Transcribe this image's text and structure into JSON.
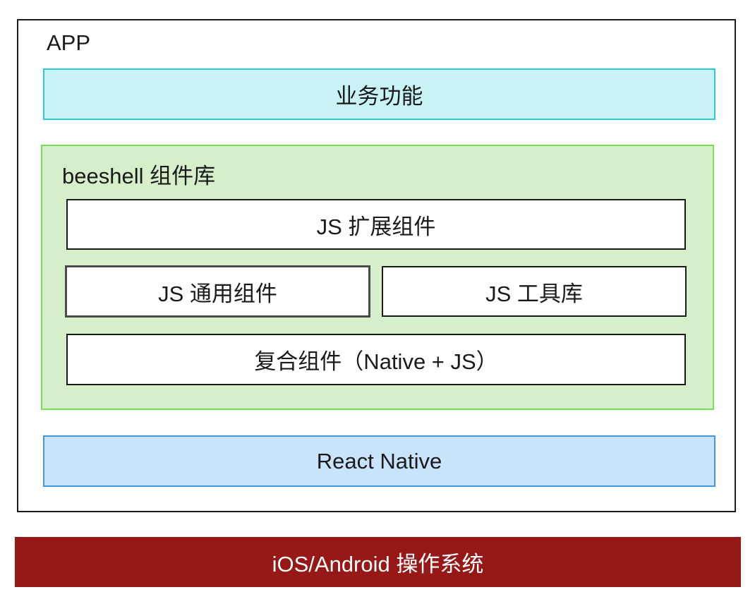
{
  "app": {
    "label": "APP"
  },
  "layers": {
    "business": "业务功能",
    "beeshell": {
      "label": "beeshell 组件库",
      "js_extension": "JS 扩展组件",
      "js_common": "JS 通用组件",
      "js_tools": "JS 工具库",
      "composite": "复合组件（Native + JS）"
    },
    "react_native": "React Native",
    "os": "iOS/Android 操作系统"
  },
  "colors": {
    "business_fill": "#c8f2f3",
    "business_border": "#2ccbd3",
    "beeshell_fill": "#d7eecb",
    "beeshell_border": "#79dd55",
    "react_native_fill": "#c9e3fb",
    "react_native_border": "#3d9ae6",
    "os_fill": "#961817",
    "os_text": "#ffffff"
  }
}
